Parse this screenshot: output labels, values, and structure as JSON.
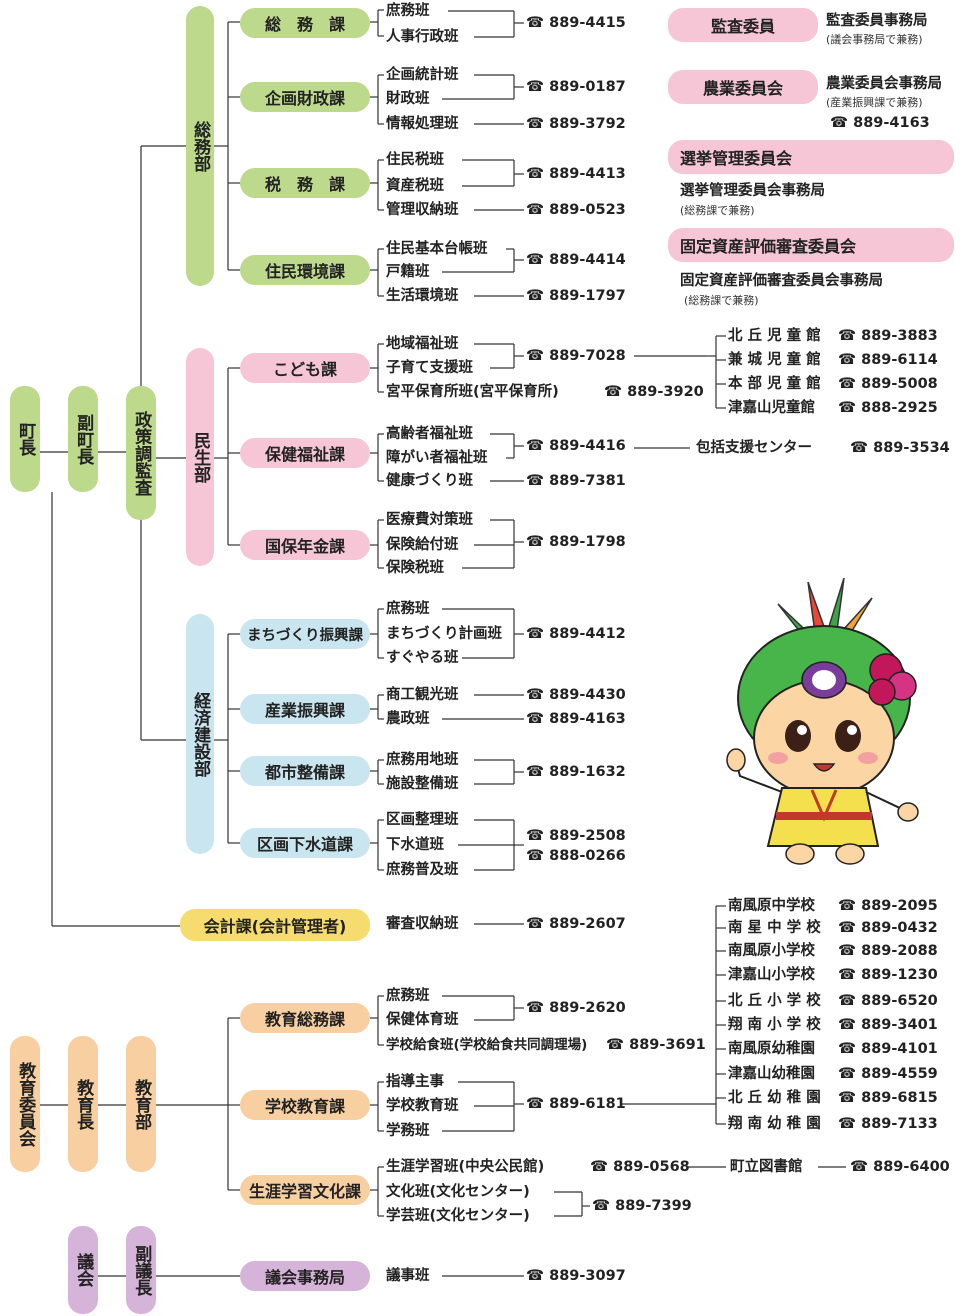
{
  "leadership": {
    "mayor": "町長",
    "deputy_mayor": "副町長",
    "policy_coordinator": "政策調監査",
    "edu_board": "教育委員会",
    "edu_head": "教育長",
    "edu_dept": "教育部",
    "assembly": "議会",
    "vice_speaker": "副議長"
  },
  "departments": {
    "somu": "総務部",
    "minsei": "民生部",
    "keizai": "経済建設部"
  },
  "divisions": {
    "somuka": "総　務　課",
    "kikaku": "企画財政課",
    "zeimu": "税　務　課",
    "jumin": "住民環境課",
    "kodomo": "こども課",
    "hoken": "保健福祉課",
    "kokuho": "国保年金課",
    "machi": "まちづくり振興課",
    "sangyo": "産業振興課",
    "toshi": "都市整備課",
    "kukaku": "区画下水道課",
    "kaikei": "会計課(会計管理者)",
    "kyoiku_somu": "教育総務課",
    "gakko": "学校教育課",
    "shogai": "生涯学習文化課",
    "gikai_jimu": "議会事務局"
  },
  "sections": {
    "shomu1": "庶務班",
    "jinji": "人事行政班",
    "kikaku_tokei": "企画統計班",
    "zaisei": "財政班",
    "joho": "情報処理班",
    "juminzei": "住民税班",
    "shisanzei": "資産税班",
    "kanri": "管理収納班",
    "daicho": "住民基本台帳班",
    "koseki": "戸籍班",
    "seikatsu": "生活環境班",
    "chiiki": "地域福祉班",
    "kosodate": "子育て支援班",
    "hoikusho": "宮平保育所班(宮平保育所)",
    "koreisha": "高齢者福祉班",
    "shogaisha": "障がい者福祉班",
    "kenko": "健康づくり班",
    "iryo": "医療費対策班",
    "kyufu": "保険給付班",
    "hokenzei": "保険税班",
    "shomu2": "庶務班",
    "keikaku": "まちづくり計画班",
    "suguyaru": "すぐやる班",
    "shoko": "商工観光班",
    "nosei": "農政班",
    "yochi": "庶務用地班",
    "shisetsu": "施設整備班",
    "kukaku_seiri": "区画整理班",
    "gesuido": "下水道班",
    "fukyu": "庶務普及班",
    "shinsa": "審査収納班",
    "shomu3": "庶務班",
    "hoken_taiiku": "保健体育班",
    "kyushoku": "学校給食班(学校給食共同調理場)",
    "shido": "指導主事",
    "gakko_kyoiku": "学校教育班",
    "gakumu": "学務班",
    "shogai_gakushu": "生涯学習班(中央公民館)",
    "bunka": "文化班(文化センター)",
    "gakugei": "学芸班(文化センター)",
    "giji": "議事班"
  },
  "phones": {
    "p4415": "☎ 889-4415",
    "p0187": "☎ 889-0187",
    "p3792": "☎ 889-3792",
    "p4413": "☎ 889-4413",
    "p0523": "☎ 889-0523",
    "p4414": "☎ 889-4414",
    "p1797": "☎ 889-1797",
    "p7028": "☎ 889-7028",
    "p3920": "☎ 889-3920",
    "p4416": "☎ 889-4416",
    "p7381": "☎ 889-7381",
    "p1798": "☎ 889-1798",
    "p4412": "☎ 889-4412",
    "p4430": "☎ 889-4430",
    "p4163": "☎ 889-4163",
    "p1632": "☎ 889-1632",
    "p2508": "☎ 889-2508",
    "p0266": "☎ 888-0266",
    "p2607": "☎ 889-2607",
    "p2620": "☎ 889-2620",
    "p3691": "☎ 889-3691",
    "p6181": "☎ 889-6181",
    "p0568": "☎ 889-0568",
    "p6400": "☎ 889-6400",
    "p7399": "☎ 889-7399",
    "p3097": "☎ 889-3097",
    "p3534": "☎ 889-3534"
  },
  "committees": {
    "kansa": "監査委員",
    "kansa_office": "監査委員事務局",
    "kansa_note": "(議会事務局で兼務)",
    "nogyo": "農業委員会",
    "nogyo_office": "農業委員会事務局",
    "nogyo_note": "(産業振興課で兼務)",
    "nogyo_phone": "☎ 889-4163",
    "senkyo": "選挙管理委員会",
    "senkyo_office": "選挙管理委員会事務局",
    "senkyo_note": "(総務課で兼務)",
    "kotei": "固定資産評価審査委員会",
    "kotei_office": "固定資産評価審査委員会事務局",
    "kotei_note": "(総務課で兼務)"
  },
  "facilities": {
    "jidokan": [
      {
        "name": "北 丘 児 童 館",
        "phone": "☎ 889-3883"
      },
      {
        "name": "兼 城 児 童 館",
        "phone": "☎ 889-6114"
      },
      {
        "name": "本 部 児 童 館",
        "phone": "☎ 889-5008"
      },
      {
        "name": "津嘉山児童館",
        "phone": "☎ 888-2925"
      }
    ],
    "houkatsu": "包括支援センター",
    "library": "町立図書館",
    "schools": [
      {
        "name": "南風原中学校",
        "phone": "☎ 889-2095"
      },
      {
        "name": "南 星 中 学 校",
        "phone": "☎ 889-0432"
      },
      {
        "name": "南風原小学校",
        "phone": "☎ 889-2088"
      },
      {
        "name": "津嘉山小学校",
        "phone": "☎ 889-1230"
      },
      {
        "name": "北 丘 小 学 校",
        "phone": "☎ 889-6520"
      },
      {
        "name": "翔 南 小 学 校",
        "phone": "☎ 889-3401"
      },
      {
        "name": "南風原幼稚園",
        "phone": "☎ 889-4101"
      },
      {
        "name": "津嘉山幼稚園",
        "phone": "☎ 889-4559"
      },
      {
        "name": "北 丘 幼 稚 園",
        "phone": "☎ 889-6815"
      },
      {
        "name": "翔 南 幼 稚 園",
        "phone": "☎ 889-7133"
      }
    ]
  },
  "colors": {
    "green": "#bdd98c",
    "pink": "#f6c6d6",
    "blue": "#c9e5ef",
    "yellow": "#f6dc6e",
    "orange": "#f8cfa0",
    "purple": "#d6b3d8"
  },
  "mascot_icon": "mascot-character"
}
